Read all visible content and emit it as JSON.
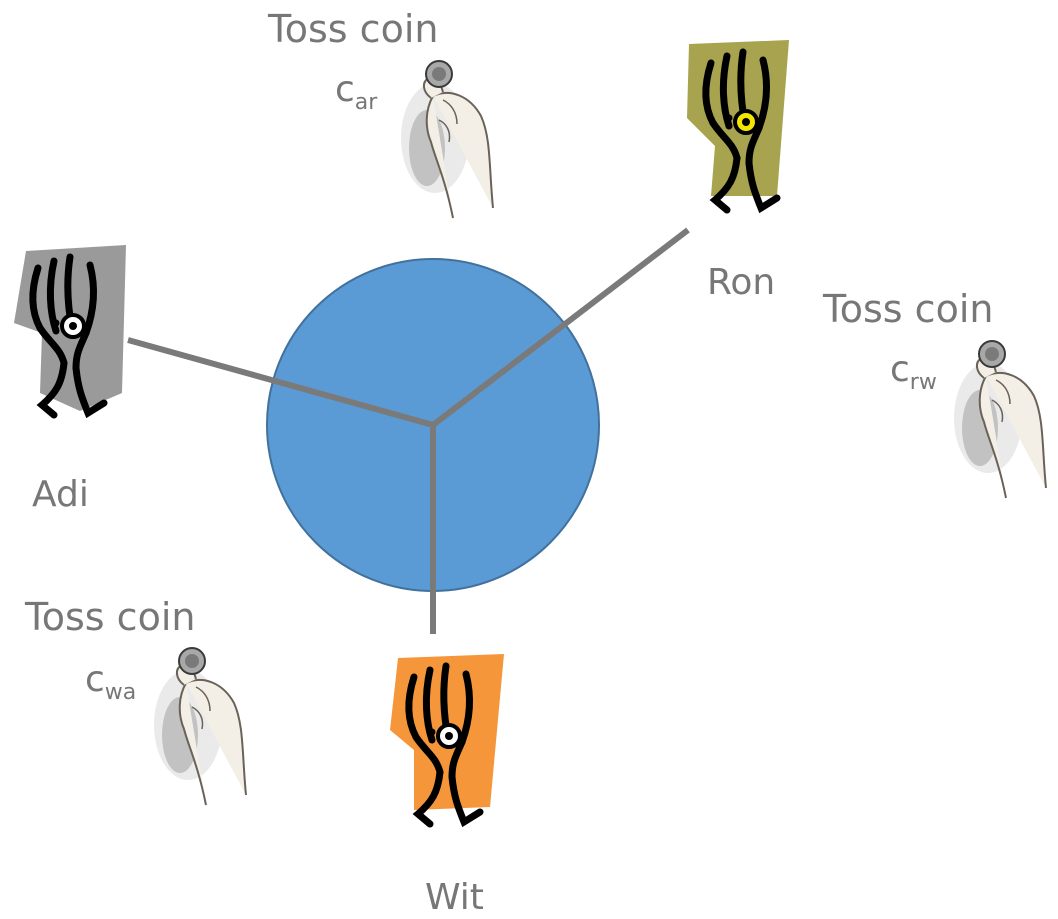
{
  "colors": {
    "circle_fill": "#5b9bd5",
    "circle_stroke": "#41719c",
    "spoke": "#7a7a7a",
    "text": "#777777",
    "adi": "#9a9a9a",
    "ron": "#a8a34e",
    "wit": "#f5963a"
  },
  "players": [
    {
      "name": "Adi",
      "icon": "walking-fork-icon"
    },
    {
      "name": "Ron",
      "icon": "walking-fork-icon"
    },
    {
      "name": "Wit",
      "icon": "walking-fork-icon"
    }
  ],
  "coins": [
    {
      "title": "Toss coin",
      "var": "c",
      "sub": "ar",
      "icon": "hand-holding-coin-icon"
    },
    {
      "title": "Toss coin",
      "var": "c",
      "sub": "rw",
      "icon": "hand-holding-coin-icon"
    },
    {
      "title": "Toss coin",
      "var": "c",
      "sub": "wa",
      "icon": "hand-holding-coin-icon"
    }
  ]
}
